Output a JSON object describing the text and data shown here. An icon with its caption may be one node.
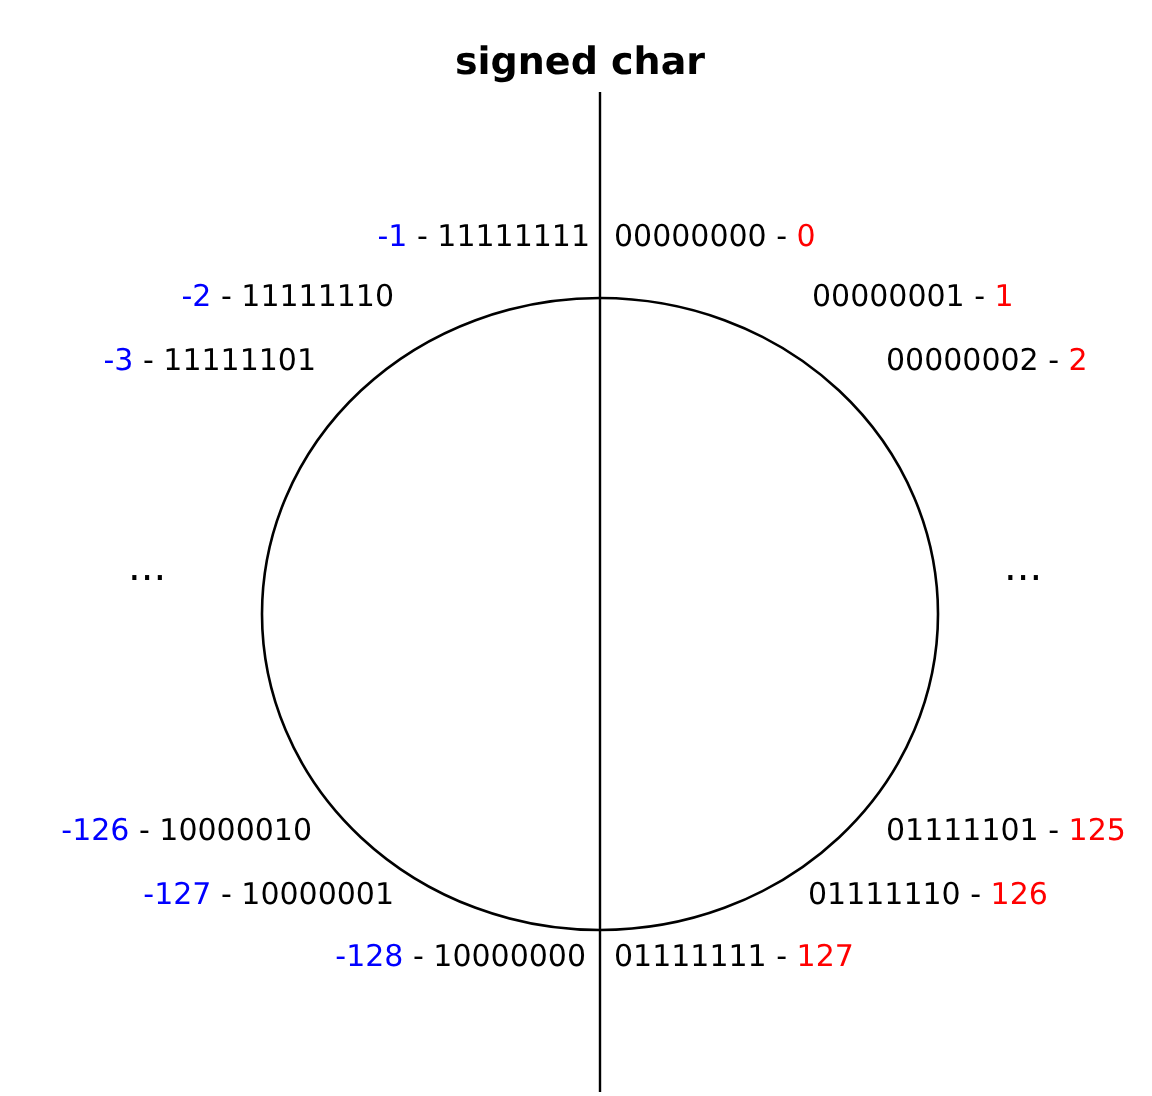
{
  "diagram": {
    "title": "signed char",
    "labels": [
      "-1",
      "- 11111111",
      "00000000 -",
      "0",
      "-2",
      "- 11111110",
      "00000001 -",
      "1",
      "-3",
      "- 11111101",
      "00000002 -",
      "2",
      "...",
      "...",
      "-126",
      "- 10000010",
      "01111101 -",
      "125",
      "-127",
      "- 10000001",
      "01111110 -",
      "126",
      "-128",
      "- 10000000",
      "01111111 -",
      "127"
    ]
  }
}
